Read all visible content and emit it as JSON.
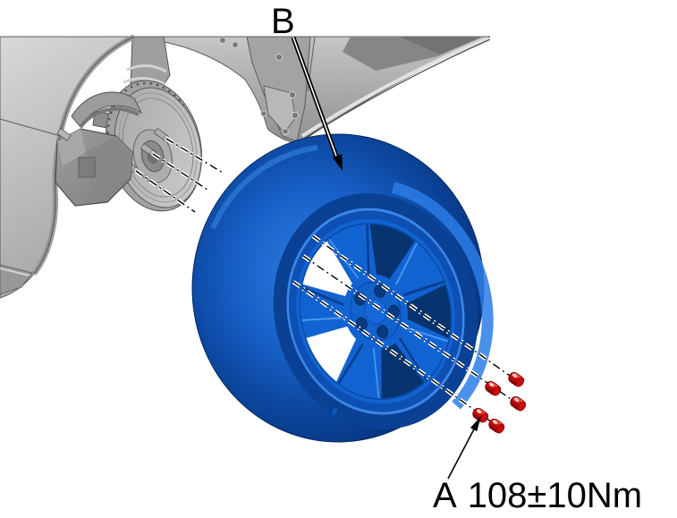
{
  "callouts": {
    "b": {
      "letter": "B"
    },
    "a": {
      "letter": "A",
      "torque": "108±10Nm"
    }
  },
  "colors": {
    "background": "#ffffff",
    "wheel_blue": "#1263d2",
    "wheel_blue_dark": "#07336f",
    "lug_nut_red": "#d41010",
    "body_gray": "#b5b5b5",
    "line_black": "#000000"
  }
}
